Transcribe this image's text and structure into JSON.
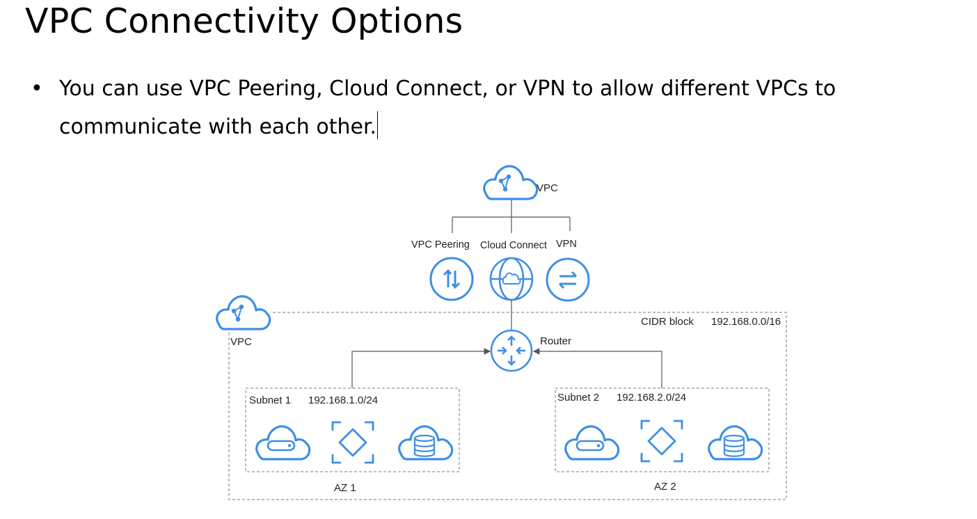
{
  "slide": {
    "title": "VPC Connectivity Options",
    "bullet_marker": "•",
    "bullet_text": "You can use VPC Peering, Cloud Connect, or VPN to allow different VPCs to communicate with each other."
  },
  "diagram": {
    "top_vpc_label": "VPC",
    "options": {
      "peering": "VPC Peering",
      "cloud_connect": "Cloud Connect",
      "vpn": "VPN"
    },
    "vpc_label": "VPC",
    "cidr_label": "CIDR block",
    "cidr_value": "192.168.0.0/16",
    "router_label": "Router",
    "subnet1": {
      "label": "Subnet 1",
      "cidr": "192.168.1.0/24",
      "az": "AZ 1"
    },
    "subnet2": {
      "label": "Subnet 2",
      "cidr": "192.168.2.0/24",
      "az": "AZ 2"
    },
    "accent_color": "#3d8ee6",
    "line_color": "#555555"
  }
}
